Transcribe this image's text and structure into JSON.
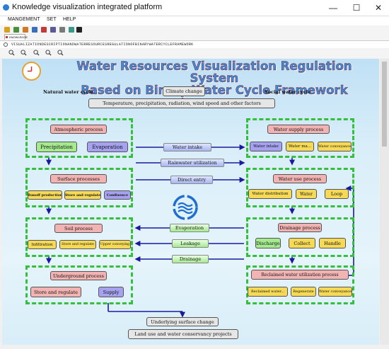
{
  "window": {
    "title": "Knowledge visualization integrated platform",
    "minimize": "—",
    "maximize": "☐",
    "close": "✕"
  },
  "menu": {
    "items": [
      "MANGEMENT",
      "SET",
      "HELP"
    ]
  },
  "tab": {
    "label": "KNOWLEDGE"
  },
  "document": {
    "title": "VISUALIZATIONDESCRIPTIONANDWATERRESOURCESREGULATIONOFBINARYWATERCYCLEFRAMEWORK"
  },
  "diagram": {
    "title_line1": "Water Resources Visualization Regulation System",
    "title_line2": "Based on Binary Water Cycle Framework",
    "natural_label": "Natural water cycle",
    "social_label": "Social water cycle",
    "climate_change": "Climate change",
    "factors": "Temperature, precipitation, radiation, wind speed and other factors",
    "atmospheric": {
      "title": "Atmospheric process",
      "precipitation": "Precipitation",
      "evaporation": "Evaporation"
    },
    "surface": {
      "title": "Surface processes",
      "runoff": "Runoff production",
      "store": "Store and regulate",
      "confluence": "Confluence"
    },
    "soil": {
      "title": "Soil process",
      "infiltration": "Infiltration",
      "store": "Store and regulate",
      "upper": "Upper conveying"
    },
    "underground": {
      "title": "Underground process",
      "store": "Store and regulate",
      "supply": "Supply"
    },
    "water_supply": {
      "title": "Water supply process",
      "intake": "Water intake",
      "manage": "Water ma...",
      "conveyance": "Water conveyance"
    },
    "water_use": {
      "title": "Water use process",
      "distribution": "Water distribution",
      "water": "Water",
      "loop": "Loop"
    },
    "drainage_process": {
      "title": "Drainage process",
      "discharge": "Discharge",
      "collect": "Collect",
      "handle": "Handle"
    },
    "reclaimed": {
      "title": "Reclaimed water utilization process",
      "water": "Reclaimed water...",
      "regenerate": "Regenerate",
      "conveyance": "Water conveyance"
    },
    "flows": {
      "water_intake": "Water intake",
      "rainwater": "Rainwater utilization",
      "direct_entry": "Direct entry",
      "evaporation": "Evaporation",
      "leakage": "Leakage",
      "drainage": "Drainage"
    },
    "underlying": "Underlying surface change",
    "land_use": "Land use and water conservancy projects"
  },
  "colors": {
    "title_blue": "#3d8ddb",
    "dash_green": "#34c03d",
    "pink": "#f2b3b3",
    "green": "#a5ea8f",
    "purple": "#a6a2f0",
    "yellow": "#f6da57",
    "arrow": "#1a1aa0"
  }
}
